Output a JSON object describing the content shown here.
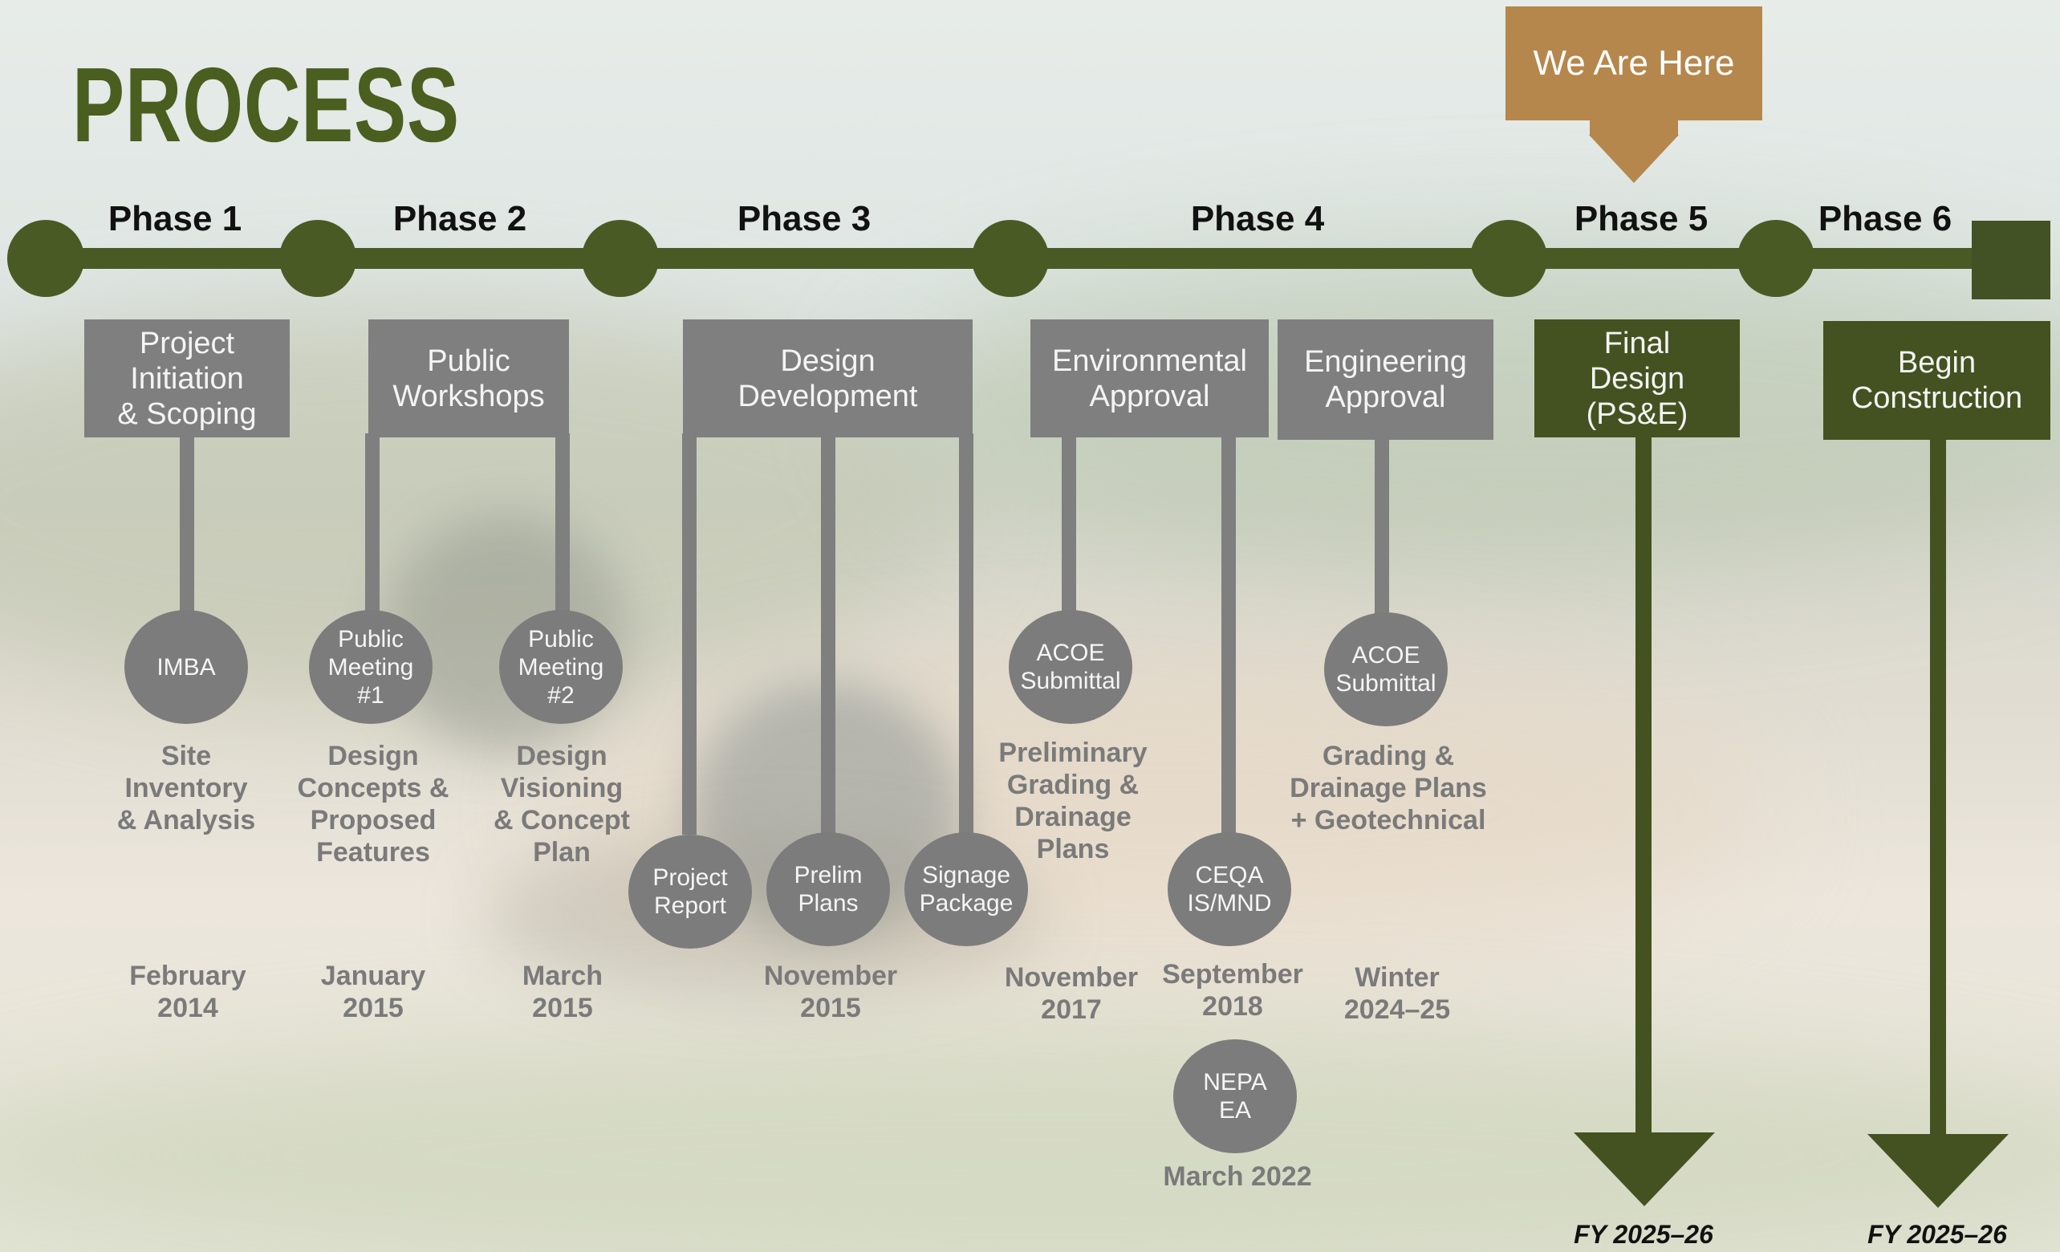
{
  "title": "PROCESS",
  "we_are_here": "We Are Here",
  "phases": [
    "Phase 1",
    "Phase 2",
    "Phase 3",
    "Phase 4",
    "Phase 5",
    "Phase 6"
  ],
  "boxes": {
    "b1": "Project\nInitiation\n& Scoping",
    "b2": "Public\nWorkshops",
    "b3": "Design\nDevelopment",
    "b4": "Environmental\nApproval",
    "b5": "Engineering\nApproval",
    "b6": "Final\nDesign\n(PS&E)",
    "b7": "Begin\nConstruction"
  },
  "milestones": {
    "imba": "IMBA",
    "pm1": "Public\nMeeting\n#1",
    "pm2": "Public\nMeeting\n#2",
    "project_report": "Project\nReport",
    "prelim_plans": "Prelim\nPlans",
    "signage": "Signage\nPackage",
    "acoe1": "ACOE\nSubmittal",
    "ceqa": "CEQA\nIS/MND",
    "nepa": "NEPA\nEA",
    "acoe2": "ACOE\nSubmittal"
  },
  "descriptions": {
    "d1": "Site\nInventory\n& Analysis",
    "d2": "Design\nConcepts &\nProposed\nFeatures",
    "d3": "Design\nVisioning\n& Concept\nPlan",
    "d4": "Preliminary\nGrading &\nDrainage\nPlans",
    "d5": "Grading &\nDrainage Plans\n+ Geotechnical"
  },
  "dates": {
    "t1": "February\n2014",
    "t2": "January\n2015",
    "t3": "March\n2015",
    "t4": "November\n2015",
    "t5": "November\n2017",
    "t6": "September\n2018",
    "t7": "Winter\n2024–25",
    "t8": "March 2022"
  },
  "fiscal": [
    "FY 2025–26",
    "FY 2025–26"
  ],
  "colors": {
    "phase_green": "#4a5a25",
    "box_grey": "#7f7f7f",
    "current_marker": "#b5874c"
  }
}
